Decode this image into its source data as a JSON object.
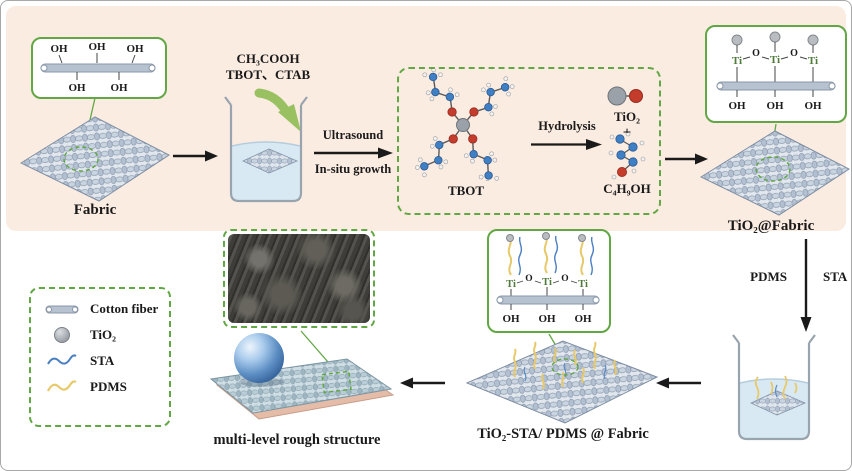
{
  "stage1": {
    "label": "Fabric",
    "oh_top": [
      "OH",
      "OH",
      "OH"
    ],
    "oh_bottom": [
      "OH",
      "OH"
    ]
  },
  "reagents": {
    "line1": "CH₃COOH",
    "line2": "TBOT、CTAB"
  },
  "ultrasound": {
    "top": "Ultrasound",
    "bottom": "In-situ growth"
  },
  "box": {
    "tbot": "TBOT",
    "hydrolysis": "Hydrolysis",
    "tio2": "TiO₂",
    "plus": "+",
    "butanol": "C₄H₉OH"
  },
  "stage2": {
    "label": "TiO₂@Fabric",
    "ti": [
      "Ti",
      "Ti",
      "Ti"
    ],
    "o": [
      "O",
      "O"
    ],
    "oh": [
      "OH",
      "OH",
      "OH"
    ]
  },
  "varrow": {
    "left": "PDMS",
    "right": "STA"
  },
  "stage3": {
    "label": "TiO₂-STA/ PDMS @ Fabric",
    "ti": [
      "Ti",
      "Ti",
      "Ti"
    ],
    "o": [
      "O",
      "O"
    ],
    "oh": [
      "OH",
      "OH",
      "OH"
    ]
  },
  "stage4": {
    "label": "multi-level rough structure"
  },
  "legend": {
    "items": [
      {
        "label": "Cotton fiber"
      },
      {
        "label": "TiO₂"
      },
      {
        "label": "STA"
      },
      {
        "label": "PDMS"
      }
    ]
  },
  "colors": {
    "background_top": "#fbece2",
    "accent_green": "#61a744",
    "fiber_gray": "#b7c2d0",
    "sta_blue": "#4a7fc1",
    "pdms_yellow": "#e8c96a",
    "oxygen_red": "#c43c2c",
    "carbon_blue": "#3f7fc4",
    "titanium_gray": "#9aa1a8"
  }
}
